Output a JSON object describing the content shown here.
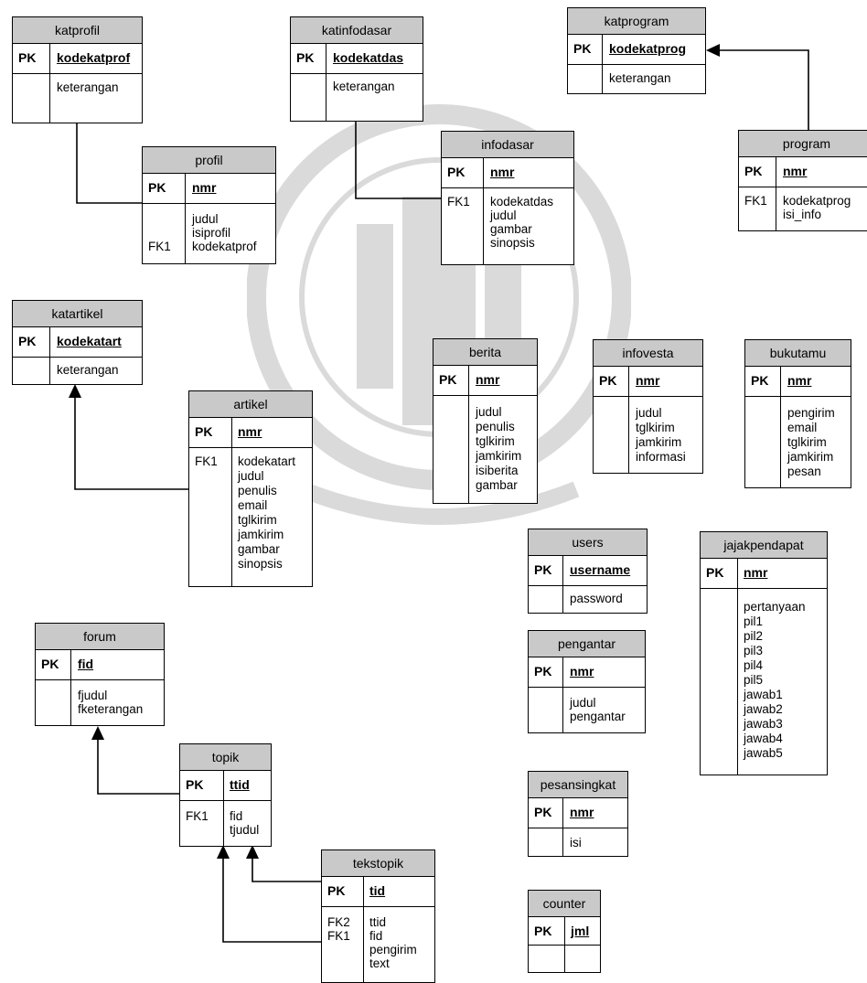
{
  "tables": {
    "katprofil": {
      "name": "katprofil",
      "keys": [
        "PK",
        ""
      ],
      "cols": [
        "kodekatprof",
        "keterangan"
      ]
    },
    "katinfodasar": {
      "name": "katinfodasar",
      "keys": [
        "PK",
        ""
      ],
      "cols": [
        "kodekatdas",
        "keterangan"
      ]
    },
    "katprogram": {
      "name": "katprogram",
      "keys": [
        "PK",
        ""
      ],
      "cols": [
        "kodekatprog",
        "keterangan"
      ]
    },
    "program": {
      "name": "program",
      "pk": "nmr",
      "fk": "FK1",
      "attrs": "kodekatprog\nisi_info"
    },
    "profil": {
      "name": "profil",
      "pk": "nmr",
      "fk": "\n\nFK1",
      "attrs": "judul\nisiprofil\nkodekatprof"
    },
    "infodasar": {
      "name": "infodasar",
      "pk": "nmr",
      "fk": "FK1",
      "attrs": "kodekatdas\njudul\ngambar\nsinopsis"
    },
    "katartikel": {
      "name": "katartikel",
      "keys": [
        "PK",
        ""
      ],
      "cols": [
        "kodekatart",
        "keterangan"
      ]
    },
    "berita": {
      "name": "berita",
      "pk": "nmr",
      "fk": "",
      "attrs": "judul\npenulis\ntglkirim\njamkirim\nisiberita\ngambar"
    },
    "infovesta": {
      "name": "infovesta",
      "pk": "nmr",
      "fk": "",
      "attrs": "judul\ntglkirim\njamkirim\ninformasi"
    },
    "bukutamu": {
      "name": "bukutamu",
      "pk": "nmr",
      "fk": "",
      "attrs": "pengirim\nemail\ntglkirim\njamkirim\npesan"
    },
    "artikel": {
      "name": "artikel",
      "pk": "nmr",
      "fk": "FK1",
      "attrs": "kodekatart\njudul\npenulis\nemail\ntglkirim\njamkirim\ngambar\nsinopsis"
    },
    "users": {
      "name": "users",
      "keys": [
        "PK",
        ""
      ],
      "cols": [
        "username",
        "password"
      ]
    },
    "jajakpendapat": {
      "name": "jajakpendapat",
      "pk": "nmr",
      "fk": "",
      "attrs": "pertanyaan\npil1\npil2\npil3\npil4\npil5\njawab1\njawab2\njawab3\njawab4\njawab5"
    },
    "forum": {
      "name": "forum",
      "pk": "fid",
      "fk": "",
      "attrs": "fjudul\nfketerangan"
    },
    "pengantar": {
      "name": "pengantar",
      "pk": "nmr",
      "fk": "",
      "attrs": "judul\npengantar"
    },
    "topik": {
      "name": "topik",
      "pk": "ttid",
      "fk": "FK1",
      "attrs": "fid\ntjudul"
    },
    "pesansingkat": {
      "name": "pesansingkat",
      "keys": [
        "PK",
        ""
      ],
      "cols": [
        "nmr",
        "isi"
      ]
    },
    "tekstopik": {
      "name": "tekstopik",
      "pk": "tid",
      "fk": "FK2\nFK1",
      "attrs": "ttid\nfid\npengirim\ntext"
    },
    "counter": {
      "name": "counter",
      "keys": [
        "PK",
        ""
      ],
      "cols": [
        "jml",
        ""
      ]
    }
  }
}
